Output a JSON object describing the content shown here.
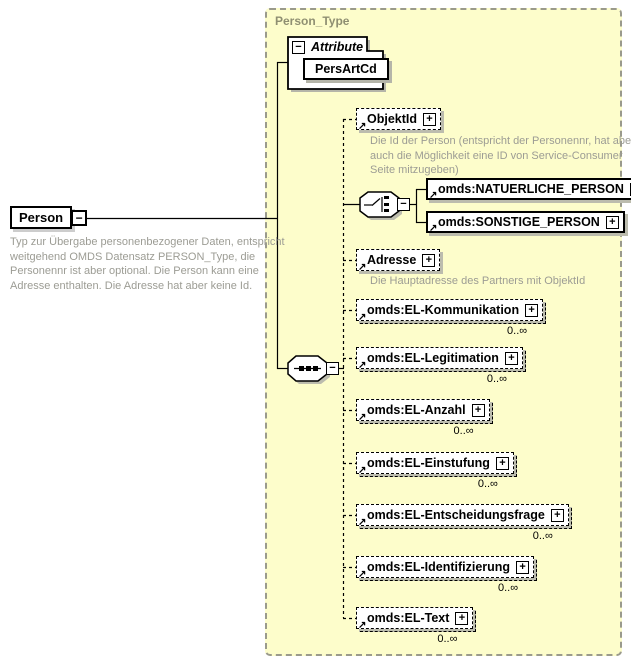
{
  "schema": {
    "container_label": "Person_Type",
    "root": {
      "label": "Person",
      "annotation": "Typ zur Übergabe personenbezogener Daten, entspricht\nweitgehend OMDS Datensatz PERSON_Type, die\nPersonennr ist aber optional. Die Person kann eine\nAdresse enthalten. Die Adresse hat aber keine Id."
    },
    "attributes": {
      "section_label": "Attribute",
      "items": [
        {
          "name": "PersArtCd"
        }
      ]
    },
    "children": [
      {
        "label": "ObjektId",
        "annotation": "Die Id der Person (entspricht der Personennr, hat aber\nauch die Möglichkeit eine ID von Service-Consumer\nSeite mitzugeben)"
      },
      {
        "label": "omds:NATUERLICHE_PERSON"
      },
      {
        "label": "omds:SONSTIGE_PERSON"
      },
      {
        "label": "Adresse",
        "annotation": "Die Hauptadresse des Partners mit ObjektId"
      },
      {
        "label": "omds:EL-Kommunikation",
        "occurrence": "0..∞"
      },
      {
        "label": "omds:EL-Legitimation",
        "occurrence": "0..∞"
      },
      {
        "label": "omds:EL-Anzahl",
        "occurrence": "0..∞"
      },
      {
        "label": "omds:EL-Einstufung",
        "occurrence": "0..∞"
      },
      {
        "label": "omds:EL-Entscheidungsfrage",
        "occurrence": "0..∞"
      },
      {
        "label": "omds:EL-Identifizierung",
        "occurrence": "0..∞"
      },
      {
        "label": "omds:EL-Text",
        "occurrence": "0..∞"
      }
    ],
    "icons": {
      "collapse": "−",
      "expand": "+",
      "reference": "↗"
    },
    "colors": {
      "container_bg": "#FDFDCB",
      "container_border": "#9A9A8C",
      "container_label": "#8F8F72",
      "annotation_text": "#9C9C94",
      "box_shadow": "#BCBCAE"
    }
  }
}
